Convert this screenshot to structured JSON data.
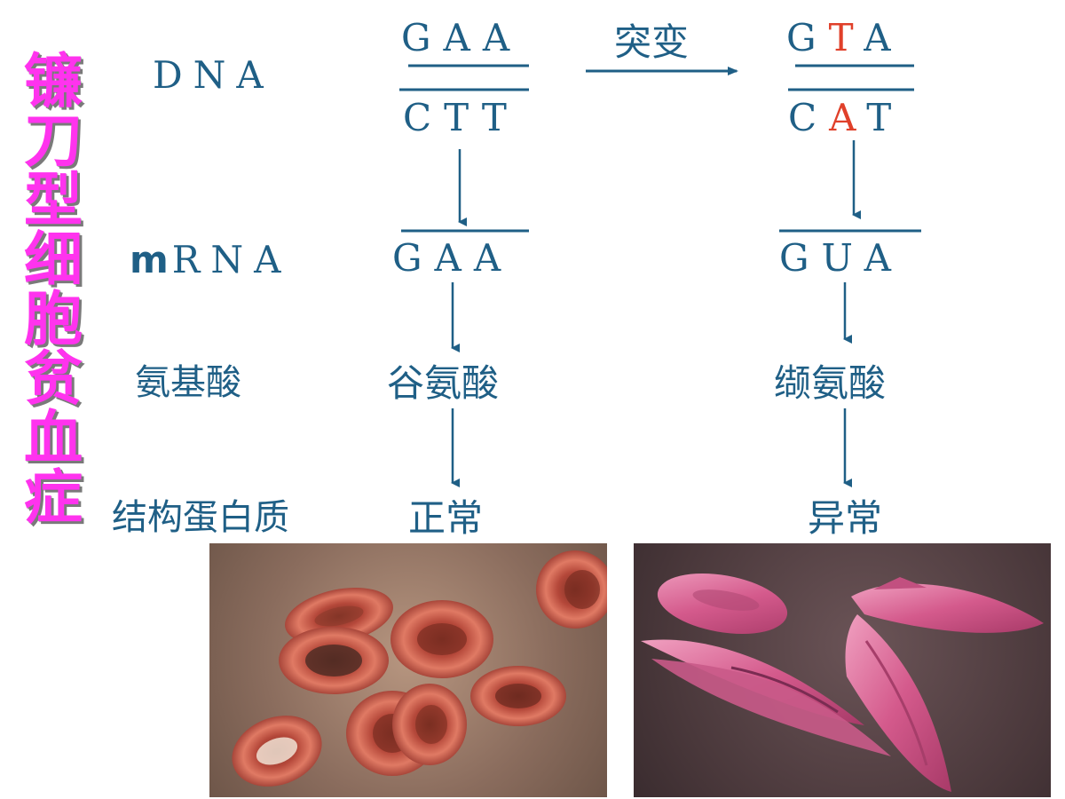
{
  "title_chars": [
    "镰",
    "刀",
    "型",
    "细",
    "胞",
    "贫",
    "血",
    "症"
  ],
  "row_labels": {
    "dna": "DNA",
    "mrna_prefix": "m",
    "mrna_rest": "RNA",
    "amino": "氨基酸",
    "protein": "结构蛋白质"
  },
  "normal": {
    "dna_top": "GAA",
    "dna_bottom": "CTT",
    "mrna": "GAA",
    "amino": "谷氨酸",
    "protein": "正常"
  },
  "mutant": {
    "dna_top": [
      "G",
      "T",
      "A"
    ],
    "dna_bottom": [
      "C",
      "A",
      "T"
    ],
    "mrna": "GUA",
    "amino": "缬氨酸",
    "protein": "异常"
  },
  "mutation_label": "突变",
  "colors": {
    "text": "#1f5f86",
    "highlight": "#e0402a",
    "title": "#ff33ee"
  }
}
